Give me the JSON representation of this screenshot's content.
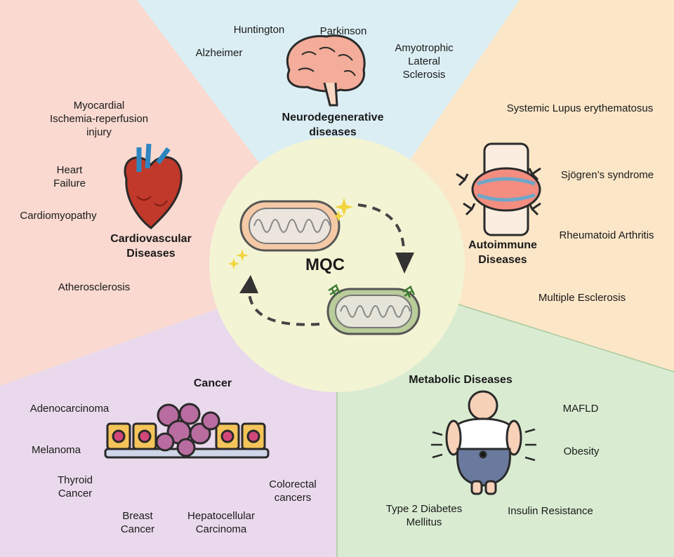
{
  "center": {
    "label": "MQC"
  },
  "neuro": {
    "title": "Neurodegenerative\ndiseases",
    "items": [
      "Huntington",
      "Parkinson",
      "Alzheimer",
      "Amyotrophic\nLateral\nSclerosis"
    ],
    "icon": "brain-icon"
  },
  "cardio": {
    "title": "Cardiovascular\nDiseases",
    "items": [
      "Myocardial\nIschemia-reperfusion\ninjury",
      "Heart\nFailure",
      "Cardiomyopathy",
      "Atherosclerosis"
    ],
    "icon": "heart-icon"
  },
  "autoimmune": {
    "title": "Autoimmune\nDiseases",
    "items": [
      "Systemic Lupus erythematosus",
      "Sjögren’s syndrome",
      "Rheumatoid Arthritis",
      "Multiple Esclerosis"
    ],
    "icon": "joint-icon"
  },
  "cancer": {
    "title": "Cancer",
    "items": [
      "Adenocarcinoma",
      "Melanoma",
      "Thyroid\nCancer",
      "Breast\nCancer",
      "Hepatocellular\nCarcinoma",
      "Colorectal\ncancers"
    ],
    "icon": "tumor-cells-icon"
  },
  "metabolic": {
    "title": "Metabolic Diseases",
    "items": [
      "MAFLD",
      "Obesity",
      "Insulin Resistance",
      "Type 2 Diabetes\nMellitus"
    ],
    "icon": "obese-person-icon"
  },
  "colors": {
    "neuro": "#dbeef4",
    "cardio": "#f9d9d0",
    "autoimmune": "#fbe6c8",
    "cancer": "#ead9ec",
    "metabolic": "#d9ecd2",
    "center": "#f3f4d4"
  }
}
